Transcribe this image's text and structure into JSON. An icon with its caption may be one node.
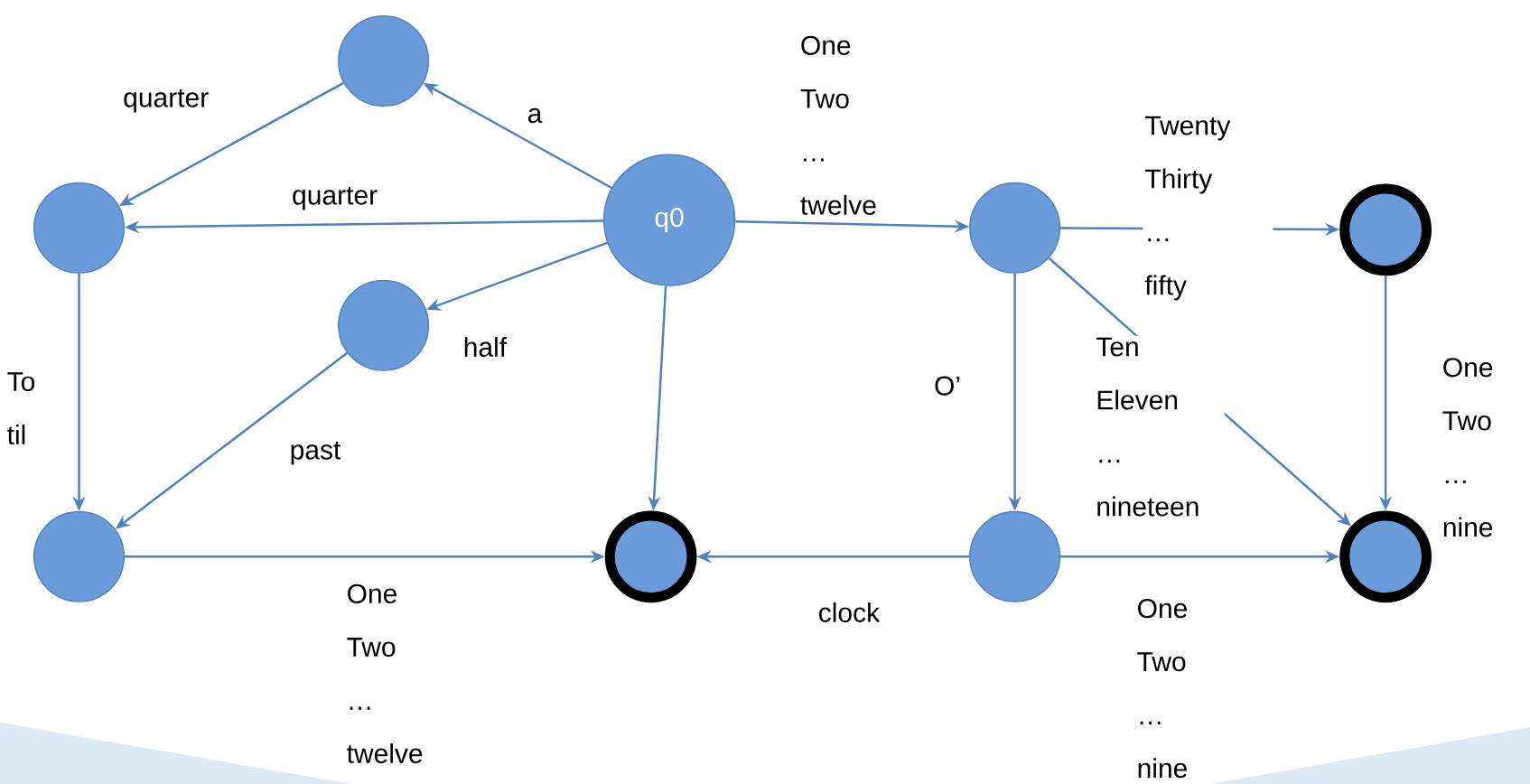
{
  "diagram": {
    "nodes": [
      {
        "text": [
          "q0"
        ]
      },
      {
        "text": [],
        "shape": "circle"
      },
      {
        "text": [],
        "shape": "circle"
      },
      {
        "text": [],
        "shape": "circle"
      },
      {
        "text": [],
        "shape": "circle"
      },
      {
        "text": [],
        "shape": "circle"
      },
      {
        "text": [],
        "shape": "circle"
      },
      {
        "text": [],
        "shape": "circle"
      },
      {
        "text": [],
        "shape": "circle"
      },
      {
        "text": [],
        "shape": "circle"
      }
    ],
    "edges": [
      {
        "from": 0,
        "to": 1,
        "arrow": "to",
        "label": "a"
      },
      {
        "from": 1,
        "to": 2,
        "arrow": "to",
        "label": "quarter"
      },
      {
        "from": 0,
        "to": 2,
        "arrow": "to",
        "label": "quarter"
      },
      {
        "from": 0,
        "to": 3,
        "arrow": "to",
        "label": "half"
      },
      {
        "from": 2,
        "to": 4,
        "arrow": "to",
        "label": "To til"
      },
      {
        "from": 3,
        "to": 4,
        "arrow": "to",
        "label": "past"
      },
      {
        "from": 0,
        "to": 5,
        "arrow": "to"
      },
      {
        "from": 4,
        "to": 5,
        "arrow": "to",
        "label": "One Two … twelve"
      },
      {
        "from": 0,
        "to": 6,
        "arrow": "to",
        "label": "One Two … twelve"
      },
      {
        "from": 6,
        "to": 7,
        "arrow": "to",
        "label": "Twenty Thirty … fifty"
      },
      {
        "from": 6,
        "to": 8,
        "arrow": "to",
        "label": "O’"
      },
      {
        "from": 6,
        "to": 9,
        "arrow": "to",
        "label": "Ten Eleven … nineteen"
      },
      {
        "from": 7,
        "to": 9,
        "arrow": "to",
        "label": "One Two … nine"
      },
      {
        "from": 8,
        "to": 5,
        "arrow": "to",
        "label": "clock"
      },
      {
        "from": 8,
        "to": 9,
        "arrow": "to",
        "label": "One Two … nine"
      }
    ]
  }
}
